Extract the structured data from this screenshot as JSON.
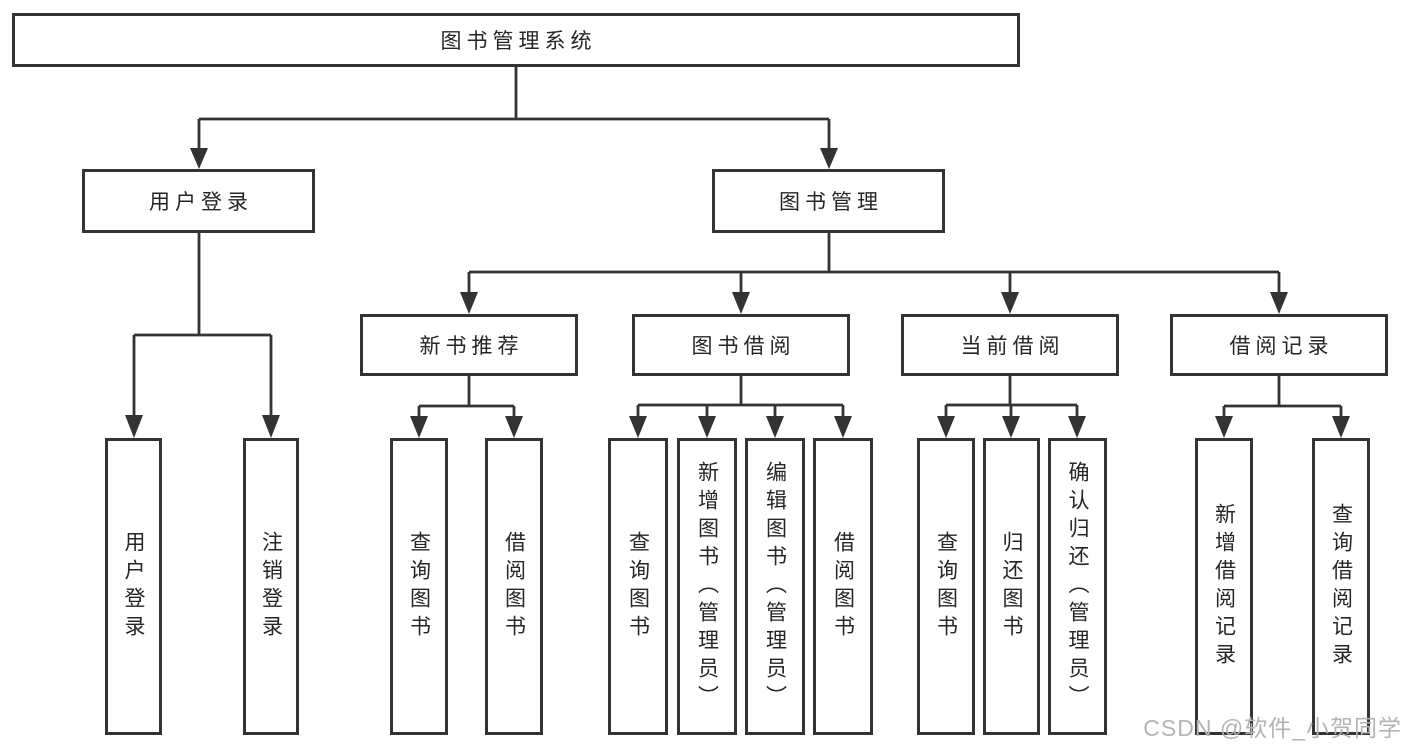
{
  "tree": {
    "label": "图书管理系统",
    "children": [
      {
        "label": "用户登录",
        "children": [
          {
            "label": "用户登录"
          },
          {
            "label": "注销登录"
          }
        ]
      },
      {
        "label": "图书管理",
        "children": [
          {
            "label": "新书推荐",
            "children": [
              {
                "label": "查询图书"
              },
              {
                "label": "借阅图书"
              }
            ]
          },
          {
            "label": "图书借阅",
            "children": [
              {
                "label": "查询图书"
              },
              {
                "label": "新增图书（管理员）"
              },
              {
                "label": "编辑图书（管理员）"
              },
              {
                "label": "借阅图书"
              }
            ]
          },
          {
            "label": "当前借阅",
            "children": [
              {
                "label": "查询图书"
              },
              {
                "label": "归还图书"
              },
              {
                "label": "确认归还（管理员）"
              }
            ]
          },
          {
            "label": "借阅记录",
            "children": [
              {
                "label": "新增借阅记录"
              },
              {
                "label": "查询借阅记录"
              }
            ]
          }
        ]
      }
    ]
  },
  "watermark": "CSDN @软件_小贺同学",
  "colors": {
    "line": "#333333",
    "box_border": "#333333",
    "text": "#262626",
    "background": "#ffffff",
    "watermark": "#b6b3b3"
  }
}
